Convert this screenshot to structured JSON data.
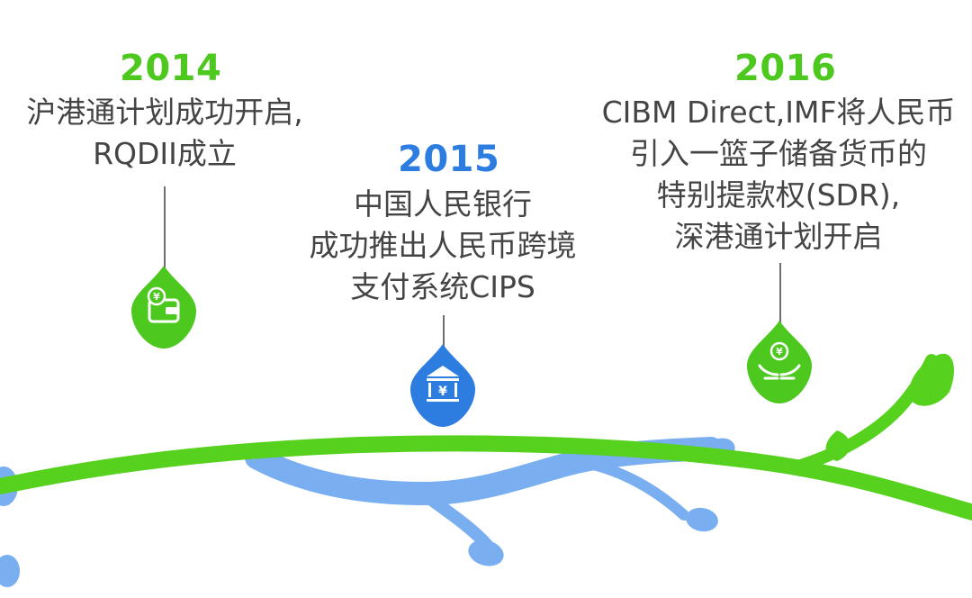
{
  "colors": {
    "green": "#4cc81e",
    "blue": "#2d7ce0",
    "vine_green": "#55d11e",
    "vine_blue": "#79aef0",
    "text": "#444444"
  },
  "events": [
    {
      "year": "2014",
      "lines": [
        "沪港通计划成功开启,",
        "RQDII成立"
      ],
      "icon": "wallet-yuan-icon",
      "color": "#4cc81e"
    },
    {
      "year": "2015",
      "lines": [
        "中国人民银行",
        "成功推出人民币跨境",
        "支付系统CIPS"
      ],
      "icon": "bank-yuan-icon",
      "color": "#2d7ce0"
    },
    {
      "year": "2016",
      "lines": [
        "CIBM Direct,IMF将人民币",
        "引入一篮子储备货币的",
        "特别提款权(SDR),",
        "深港通计划开启"
      ],
      "icon": "hands-coin-yuan-icon",
      "color": "#4cc81e"
    }
  ],
  "icon_glyph": "¥"
}
